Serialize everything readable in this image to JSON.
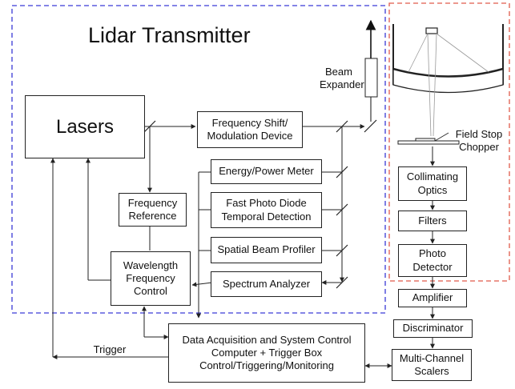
{
  "transmitter_title": "Lidar Transmitter",
  "boxes": {
    "lasers": "Lasers",
    "freq_shift": "Frequency Shift/\nModulation Device",
    "energy_meter": "Energy/Power Meter",
    "photodiode": "Fast Photo Diode\nTemporal Detection",
    "beam_profiler": "Spatial Beam Profiler",
    "spectrum_analyzer": "Spectrum Analyzer",
    "freq_reference": "Frequency\nReference",
    "wavelength_control": "Wavelength\nFrequency\nControl",
    "daq": "Data Acquisition and System Control\nComputer + Trigger Box\nControl/Triggering/Monitoring",
    "collimating": "Collimating\nOptics",
    "filters": "Filters",
    "photo_detector": "Photo\nDetector",
    "amplifier": "Amplifier",
    "discriminator": "Discriminator",
    "scalers": "Multi-Channel\nScalers"
  },
  "labels": {
    "beam_expander": "Beam\nExpander",
    "field_stop": "Field Stop\nChopper",
    "trigger": "Trigger"
  },
  "colors": {
    "transmitter_border": "#3a3ad6",
    "receiver_border": "#e05a4a",
    "line": "#222222"
  }
}
